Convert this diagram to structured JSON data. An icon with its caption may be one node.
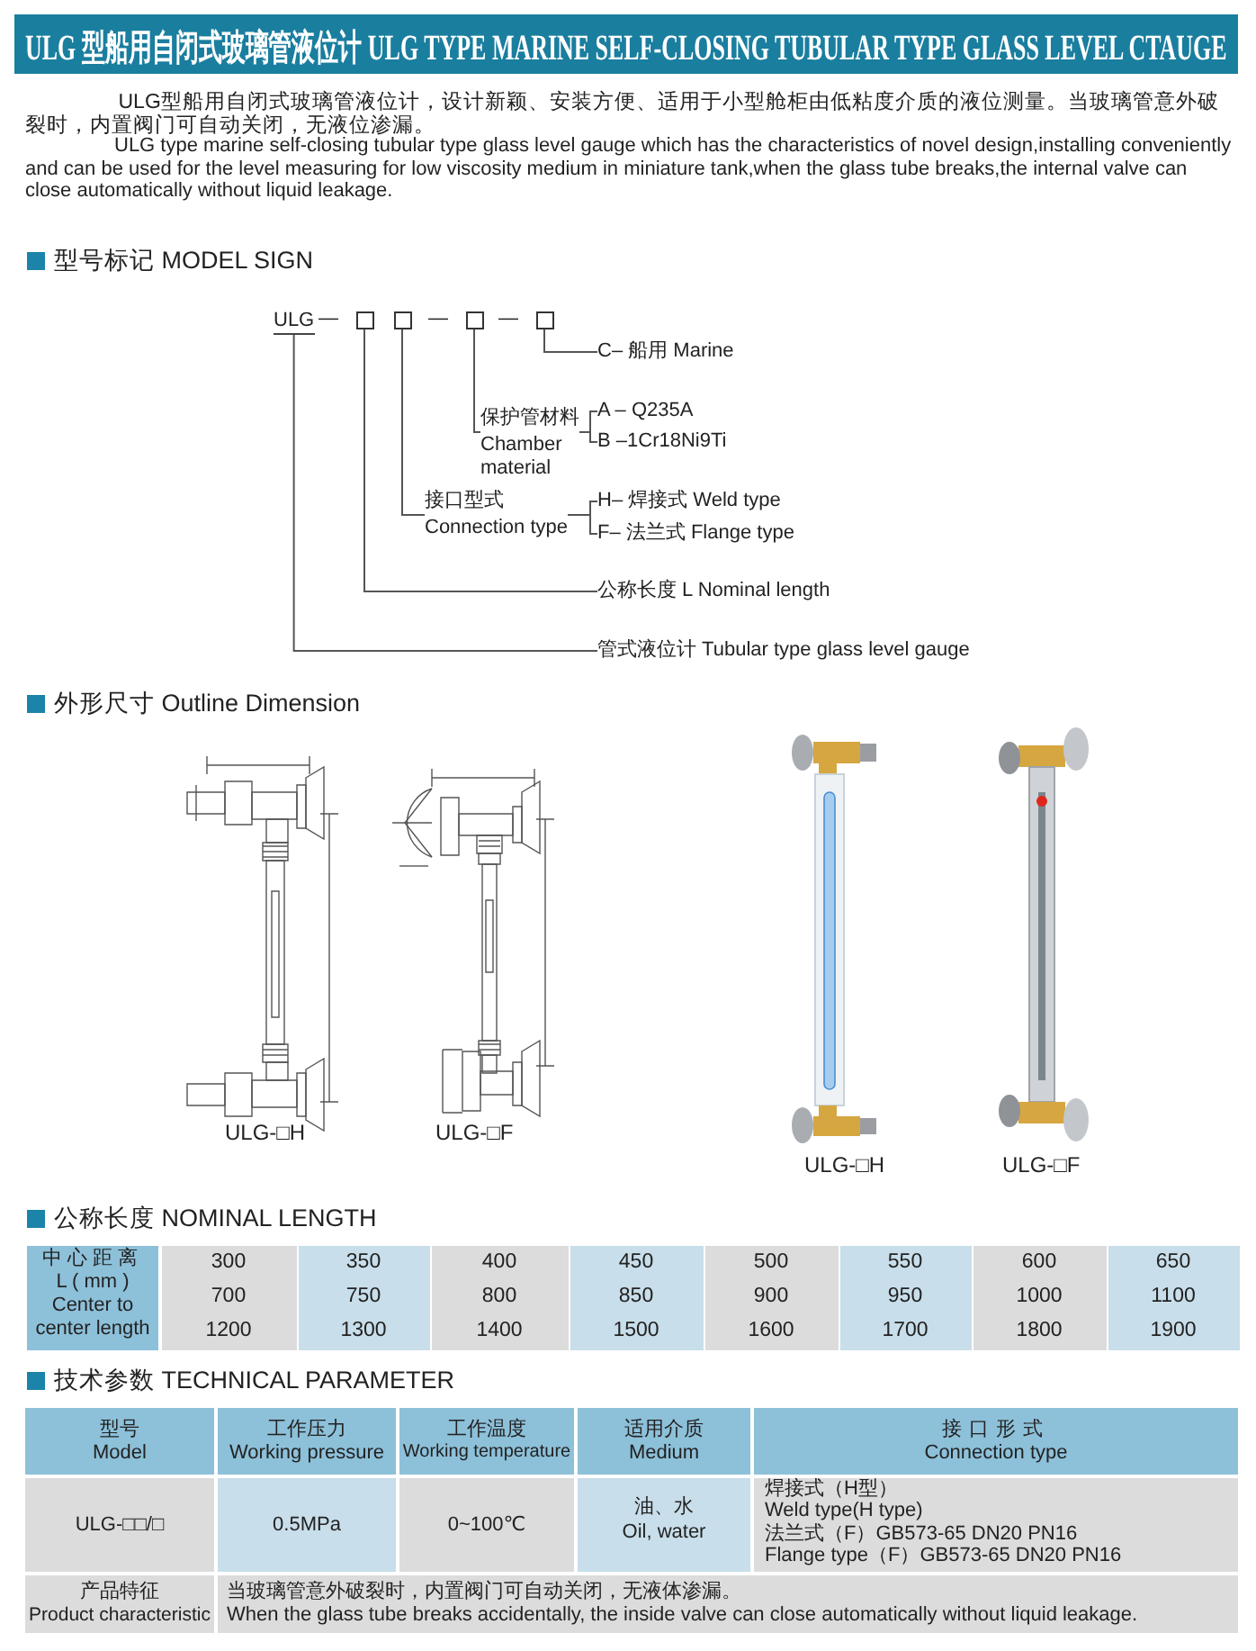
{
  "diagram": {
    "title": "ULG 型船用自闭式玻璃管液位计 ULG TYPE MARINE SELF-CLOSING TUBULAR TYPE GLASS LEVEL CTAUGE",
    "nodes": [
      {
        "text": [
          "ULG"
        ]
      },
      {
        "text": [],
        "shape": "box"
      },
      {
        "text": [],
        "shape": "box"
      },
      {
        "text": [],
        "shape": "box"
      },
      {
        "text": [],
        "shape": "box"
      },
      {
        "text": [
          "C– 船用 Marine"
        ]
      },
      {
        "text": [
          "保护管材料",
          "Chamber material"
        ]
      },
      {
        "text": [
          "A – Q235A"
        ]
      },
      {
        "text": [
          "B –1Cr18Ni9Ti"
        ]
      },
      {
        "text": [
          "接口型式",
          "Connection type"
        ]
      },
      {
        "text": [
          "H– 焊接式 Weld type"
        ]
      },
      {
        "text": [
          "F– 法兰式 Flange type"
        ]
      },
      {
        "text": [
          "公称长度 L Nominal length"
        ]
      },
      {
        "text": [
          "管式液位计 Tubular type glass level gauge"
        ]
      }
    ],
    "edges": [
      {
        "from": 4,
        "to": 5,
        "arrow": "none"
      },
      {
        "from": 3,
        "to": 6,
        "arrow": "none"
      },
      {
        "from": 6,
        "to": 7,
        "arrow": "none"
      },
      {
        "from": 6,
        "to": 8,
        "arrow": "none"
      },
      {
        "from": 2,
        "to": 9,
        "arrow": "none"
      },
      {
        "from": 9,
        "to": 10,
        "arrow": "none"
      },
      {
        "from": 9,
        "to": 11,
        "arrow": "none"
      },
      {
        "from": 1,
        "to": 12,
        "arrow": "none"
      },
      {
        "from": 0,
        "to": 13,
        "arrow": "none"
      }
    ],
    "labels": [
      "ULG型船用自闭式玻璃管液位计，设计新颖、安装方便、适用于小型舱柜由低粘度介质的液位测量。当玻璃管意外破裂时，内置阀门可自动关闭，无液位渗漏。",
      "ULG type marine self-closing tubular type glass level gauge which has the characteristics of novel design,installing conveniently and can be used for the level measuring for low viscosity medium in miniature tank,when the glass tube breaks,the internal valve can close automatically without liquid leakage.",
      "型号标记 MODEL SIGN",
      "—",
      "—",
      "—",
      "外形尺寸 Outline Dimension",
      "ULG-□H",
      "ULG-□F",
      "ULG-□H",
      "ULG-□F",
      "公称长度 NOMINAL LENGTH",
      "中心距离",
      "L ( mm )",
      "Center to center length",
      "300",
      "350",
      "400",
      "450",
      "500",
      "550",
      "600",
      "650",
      "700",
      "750",
      "800",
      "850",
      "900",
      "950",
      "1000",
      "1100",
      "1200",
      "1300",
      "1400",
      "1500",
      "1600",
      "1700",
      "1800",
      "1900",
      "技术参数 TECHNICAL PARAMETER",
      "型号",
      "Model",
      "工作压力",
      "Working pressure",
      "工作温度",
      "Working temperature",
      "适用介质",
      "Medium",
      "接口形式",
      "Connection type",
      "ULG-□□/□",
      "0.5MPa",
      "0~100℃",
      "油、水",
      "Oil, water",
      "焊接式（H型）",
      "Weld type(H type)",
      "法兰式（F）GB573-65 DN20 PN16",
      "Flange type（F）GB573-65 DN20 PN16",
      "产品特征",
      "Product characteristic",
      "当玻璃管意外破裂时，内置阀门可自动关闭，无液体渗漏。",
      "When the glass tube breaks accidentally, the inside valve can close automatically without liquid leakage."
    ]
  }
}
